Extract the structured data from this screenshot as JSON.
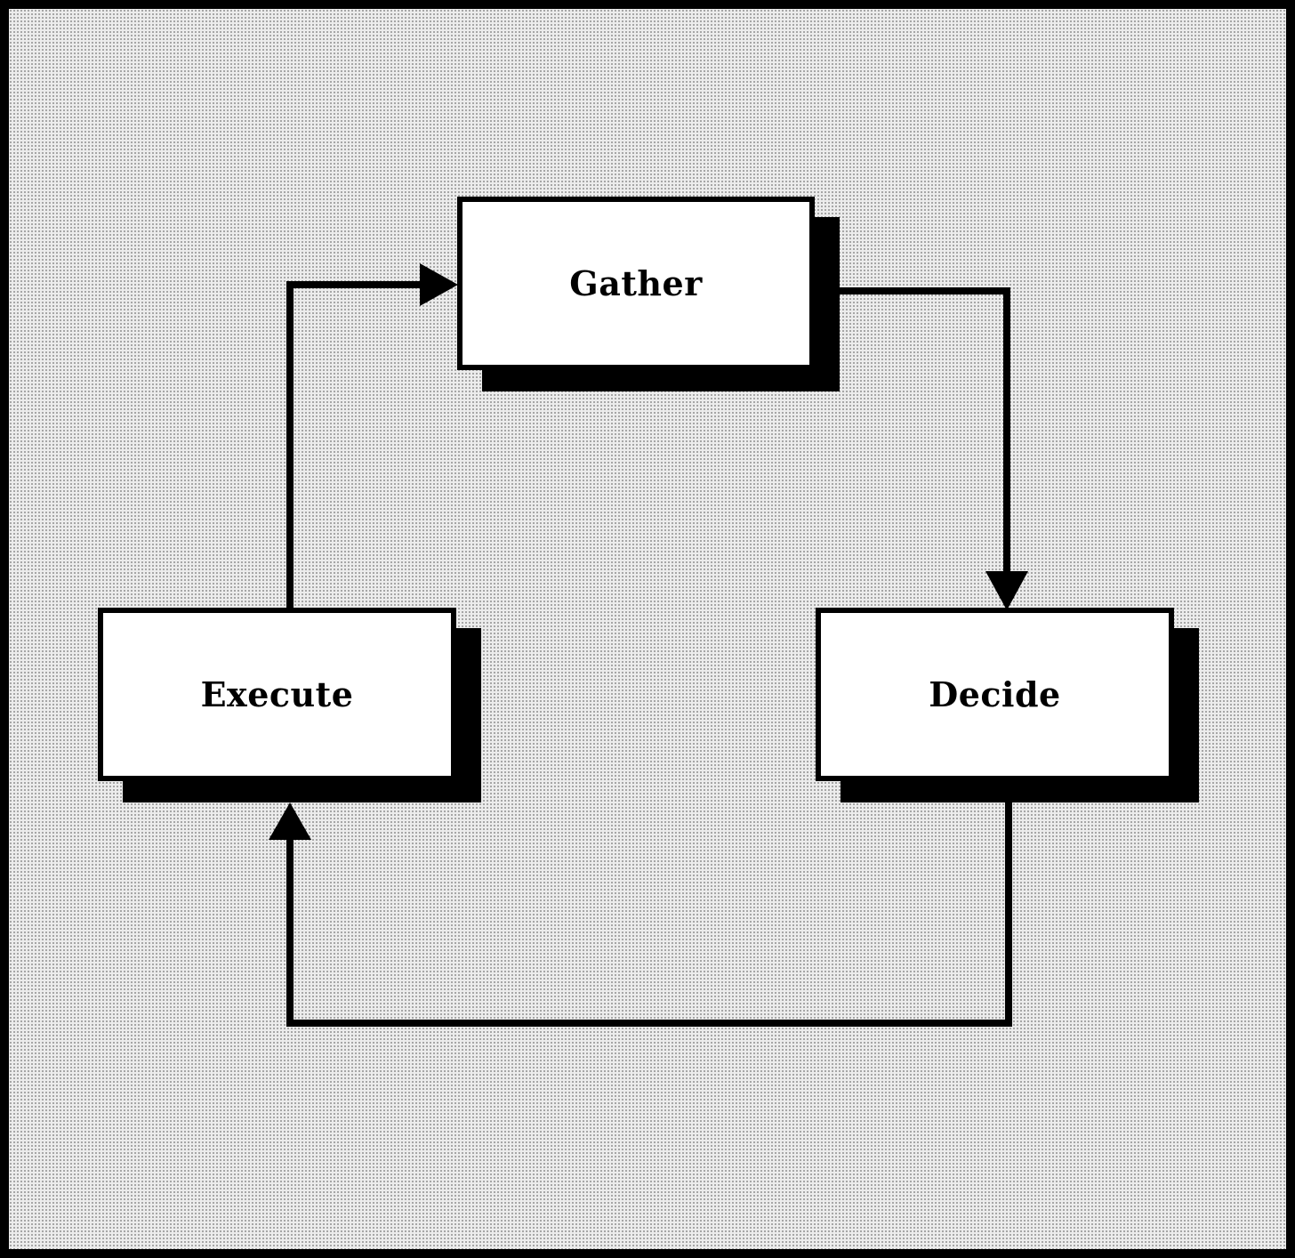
{
  "diagram": {
    "type": "cycle",
    "nodes": [
      {
        "id": "gather",
        "label": "Gather"
      },
      {
        "id": "decide",
        "label": "Decide"
      },
      {
        "id": "execute",
        "label": "Execute"
      }
    ],
    "edges": [
      {
        "from": "gather",
        "to": "decide"
      },
      {
        "from": "decide",
        "to": "execute"
      },
      {
        "from": "execute",
        "to": "gather"
      }
    ]
  },
  "colors": {
    "line": "#000000",
    "node_fill": "#ffffff",
    "background": "#ececec"
  }
}
